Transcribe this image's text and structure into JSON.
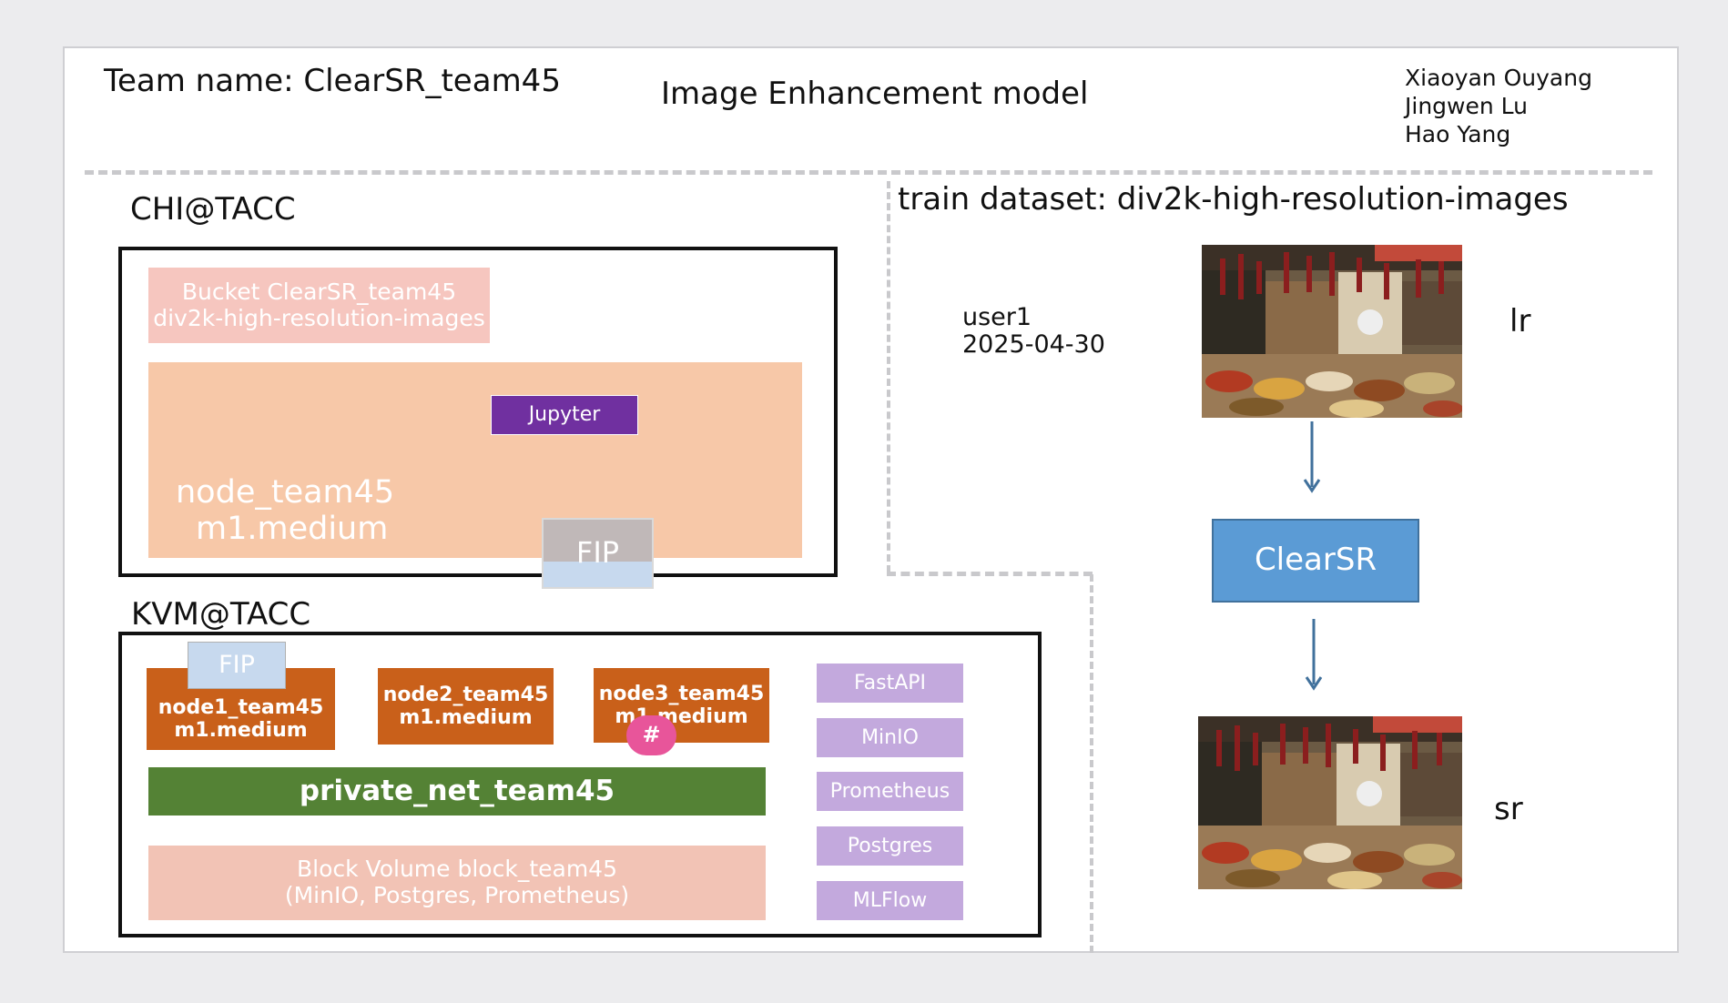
{
  "header": {
    "team_name": "Team name: ClearSR_team45",
    "title": "Image Enhancement model",
    "authors": [
      "Xiaoyan Ouyang",
      "Jingwen Lu",
      "Hao Yang"
    ]
  },
  "chi": {
    "label": "CHI@TACC",
    "bucket_line1": "Bucket ClearSR_team45",
    "bucket_line2": "div2k-high-resolution-images",
    "jupyter": "Jupyter",
    "node_line1": "node_team45",
    "node_line2": "m1.medium",
    "fip": "FIP"
  },
  "kvm": {
    "label": "KVM@TACC",
    "fip": "FIP",
    "nodes": [
      {
        "line1": "node1_team45",
        "line2": "m1.medium"
      },
      {
        "line1": "node2_team45",
        "line2": "m1.medium"
      },
      {
        "line1": "node3_team45",
        "line2": "m1.medium"
      }
    ],
    "badge": "#",
    "private_net": "private_net_team45",
    "block_line1": "Block Volume block_team45",
    "block_line2": "(MinIO, Postgres, Prometheus)",
    "services": [
      "FastAPI",
      "MinIO",
      "Prometheus",
      "Postgres",
      "MLFlow"
    ]
  },
  "dataset": {
    "title": "train dataset: div2k-high-resolution-images",
    "user": "user1",
    "date": "2025-04-30",
    "lr_label": "lr",
    "model": "ClearSR",
    "sr_label": "sr"
  },
  "colors": {
    "bucket": "#f6c6bf",
    "node_area": "#f7c8a8",
    "jupyter": "#7030a0",
    "fip": "#c0b8b8",
    "node": "#c9601a",
    "private_net": "#548235",
    "block": "#f2c3b5",
    "service": "#c3a9dd",
    "model": "#5b9bd5",
    "badge": "#e8559a",
    "arrow": "#41719c"
  }
}
